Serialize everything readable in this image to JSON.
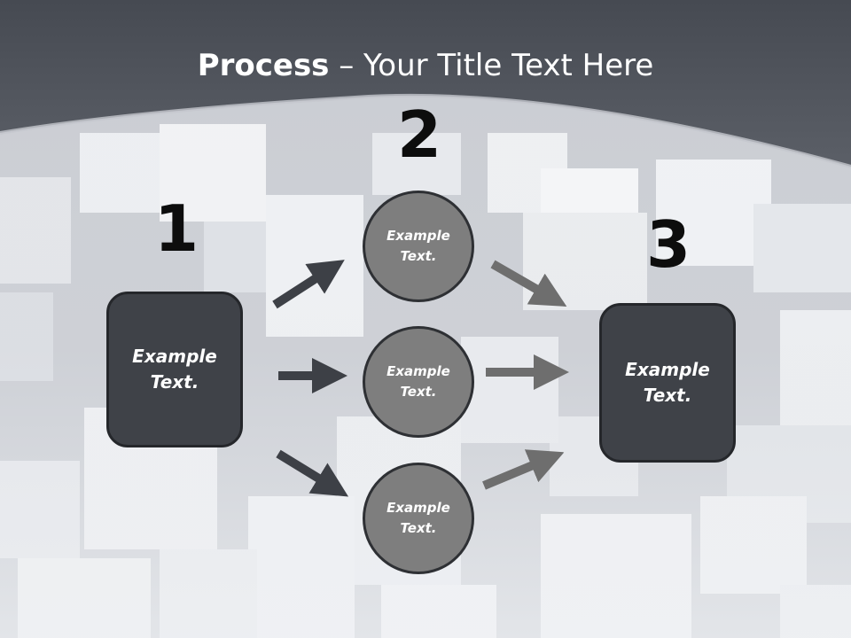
{
  "title": {
    "bold": "Process",
    "rest": " – Your Title Text Here"
  },
  "steps": [
    {
      "number": "1",
      "text": "Example\nText."
    },
    {
      "number": "2",
      "text": "Example\nText."
    },
    {
      "number": "3",
      "text": "Example\nText."
    }
  ],
  "circles": [
    {
      "text": "Example\nText."
    },
    {
      "text": "Example\nText."
    },
    {
      "text": "Example\nText."
    }
  ],
  "colors": {
    "header": "#50545c",
    "box": "#3f4248",
    "circle": "#7e7e7e",
    "arrow_dark": "#3d4046",
    "arrow_light": "#6e6e6e"
  }
}
